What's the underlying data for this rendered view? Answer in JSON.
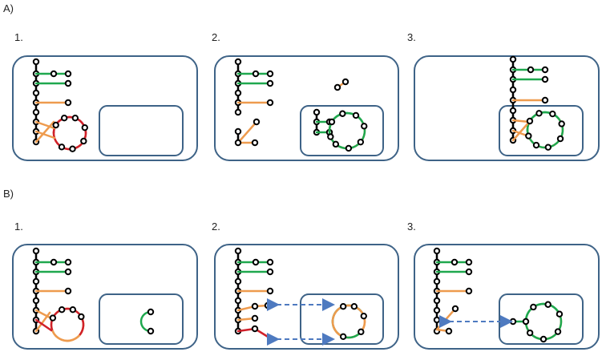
{
  "sections": [
    {
      "label": "A)",
      "panels": [
        "1.",
        "2.",
        "3."
      ]
    },
    {
      "label": "B)",
      "panels": [
        "1.",
        "2.",
        "3."
      ]
    }
  ],
  "colors": {
    "frame": "#3E6387",
    "node_stroke": "#000000",
    "node_fill": "#FFFFFF",
    "bond_green": "#1FA84E",
    "bond_orange": "#EE9B4E",
    "bond_red": "#D0202A",
    "arrow": "#4E7AC0",
    "backbone": "#000000"
  }
}
